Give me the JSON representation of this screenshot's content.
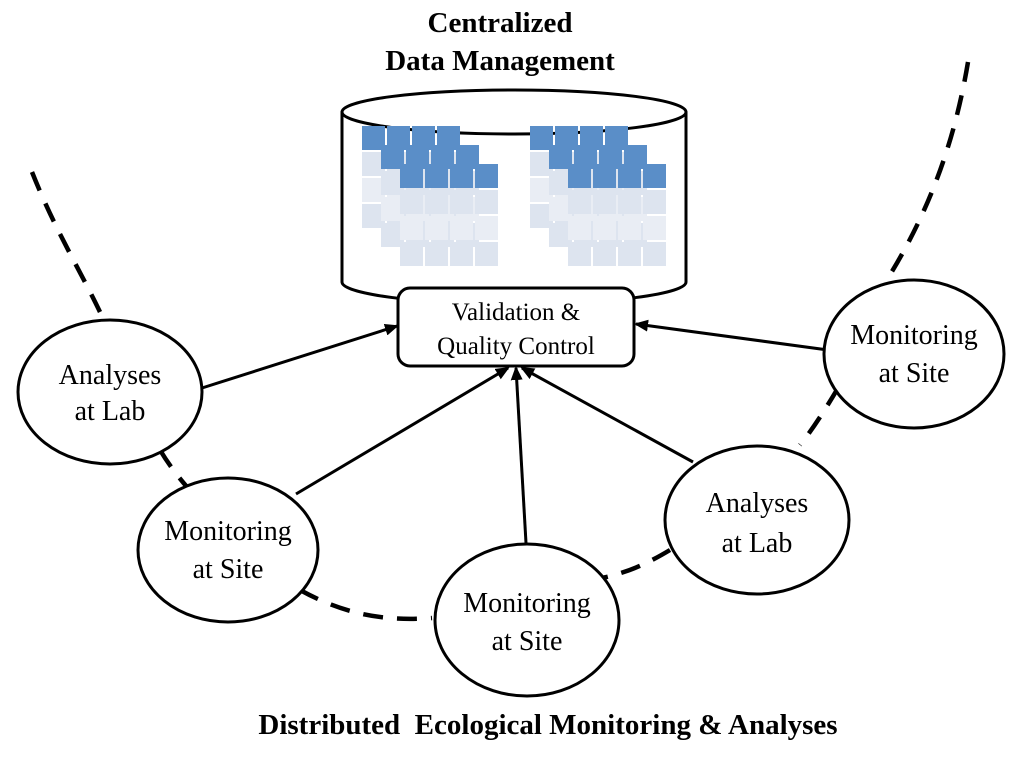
{
  "title": {
    "line1": "Centralized",
    "line2": "Data Management"
  },
  "validation_box": {
    "line1": "Validation &",
    "line2": "Quality Control"
  },
  "nodes": [
    {
      "line1": "Analyses",
      "line2": "at Lab"
    },
    {
      "line1": "Monitoring",
      "line2": "at Site"
    },
    {
      "line1": "Monitoring",
      "line2": "at Site"
    },
    {
      "line1": "Analyses",
      "line2": "at Lab"
    },
    {
      "line1": "Monitoring",
      "line2": "at Site"
    }
  ],
  "footer": "Distributed  Ecological Monitoring & Analyses",
  "colors": {
    "table_header": "#5a8ec8",
    "table_cell": "#dde4ef",
    "table_cell_light": "#e9edf4",
    "stroke": "#000000"
  }
}
